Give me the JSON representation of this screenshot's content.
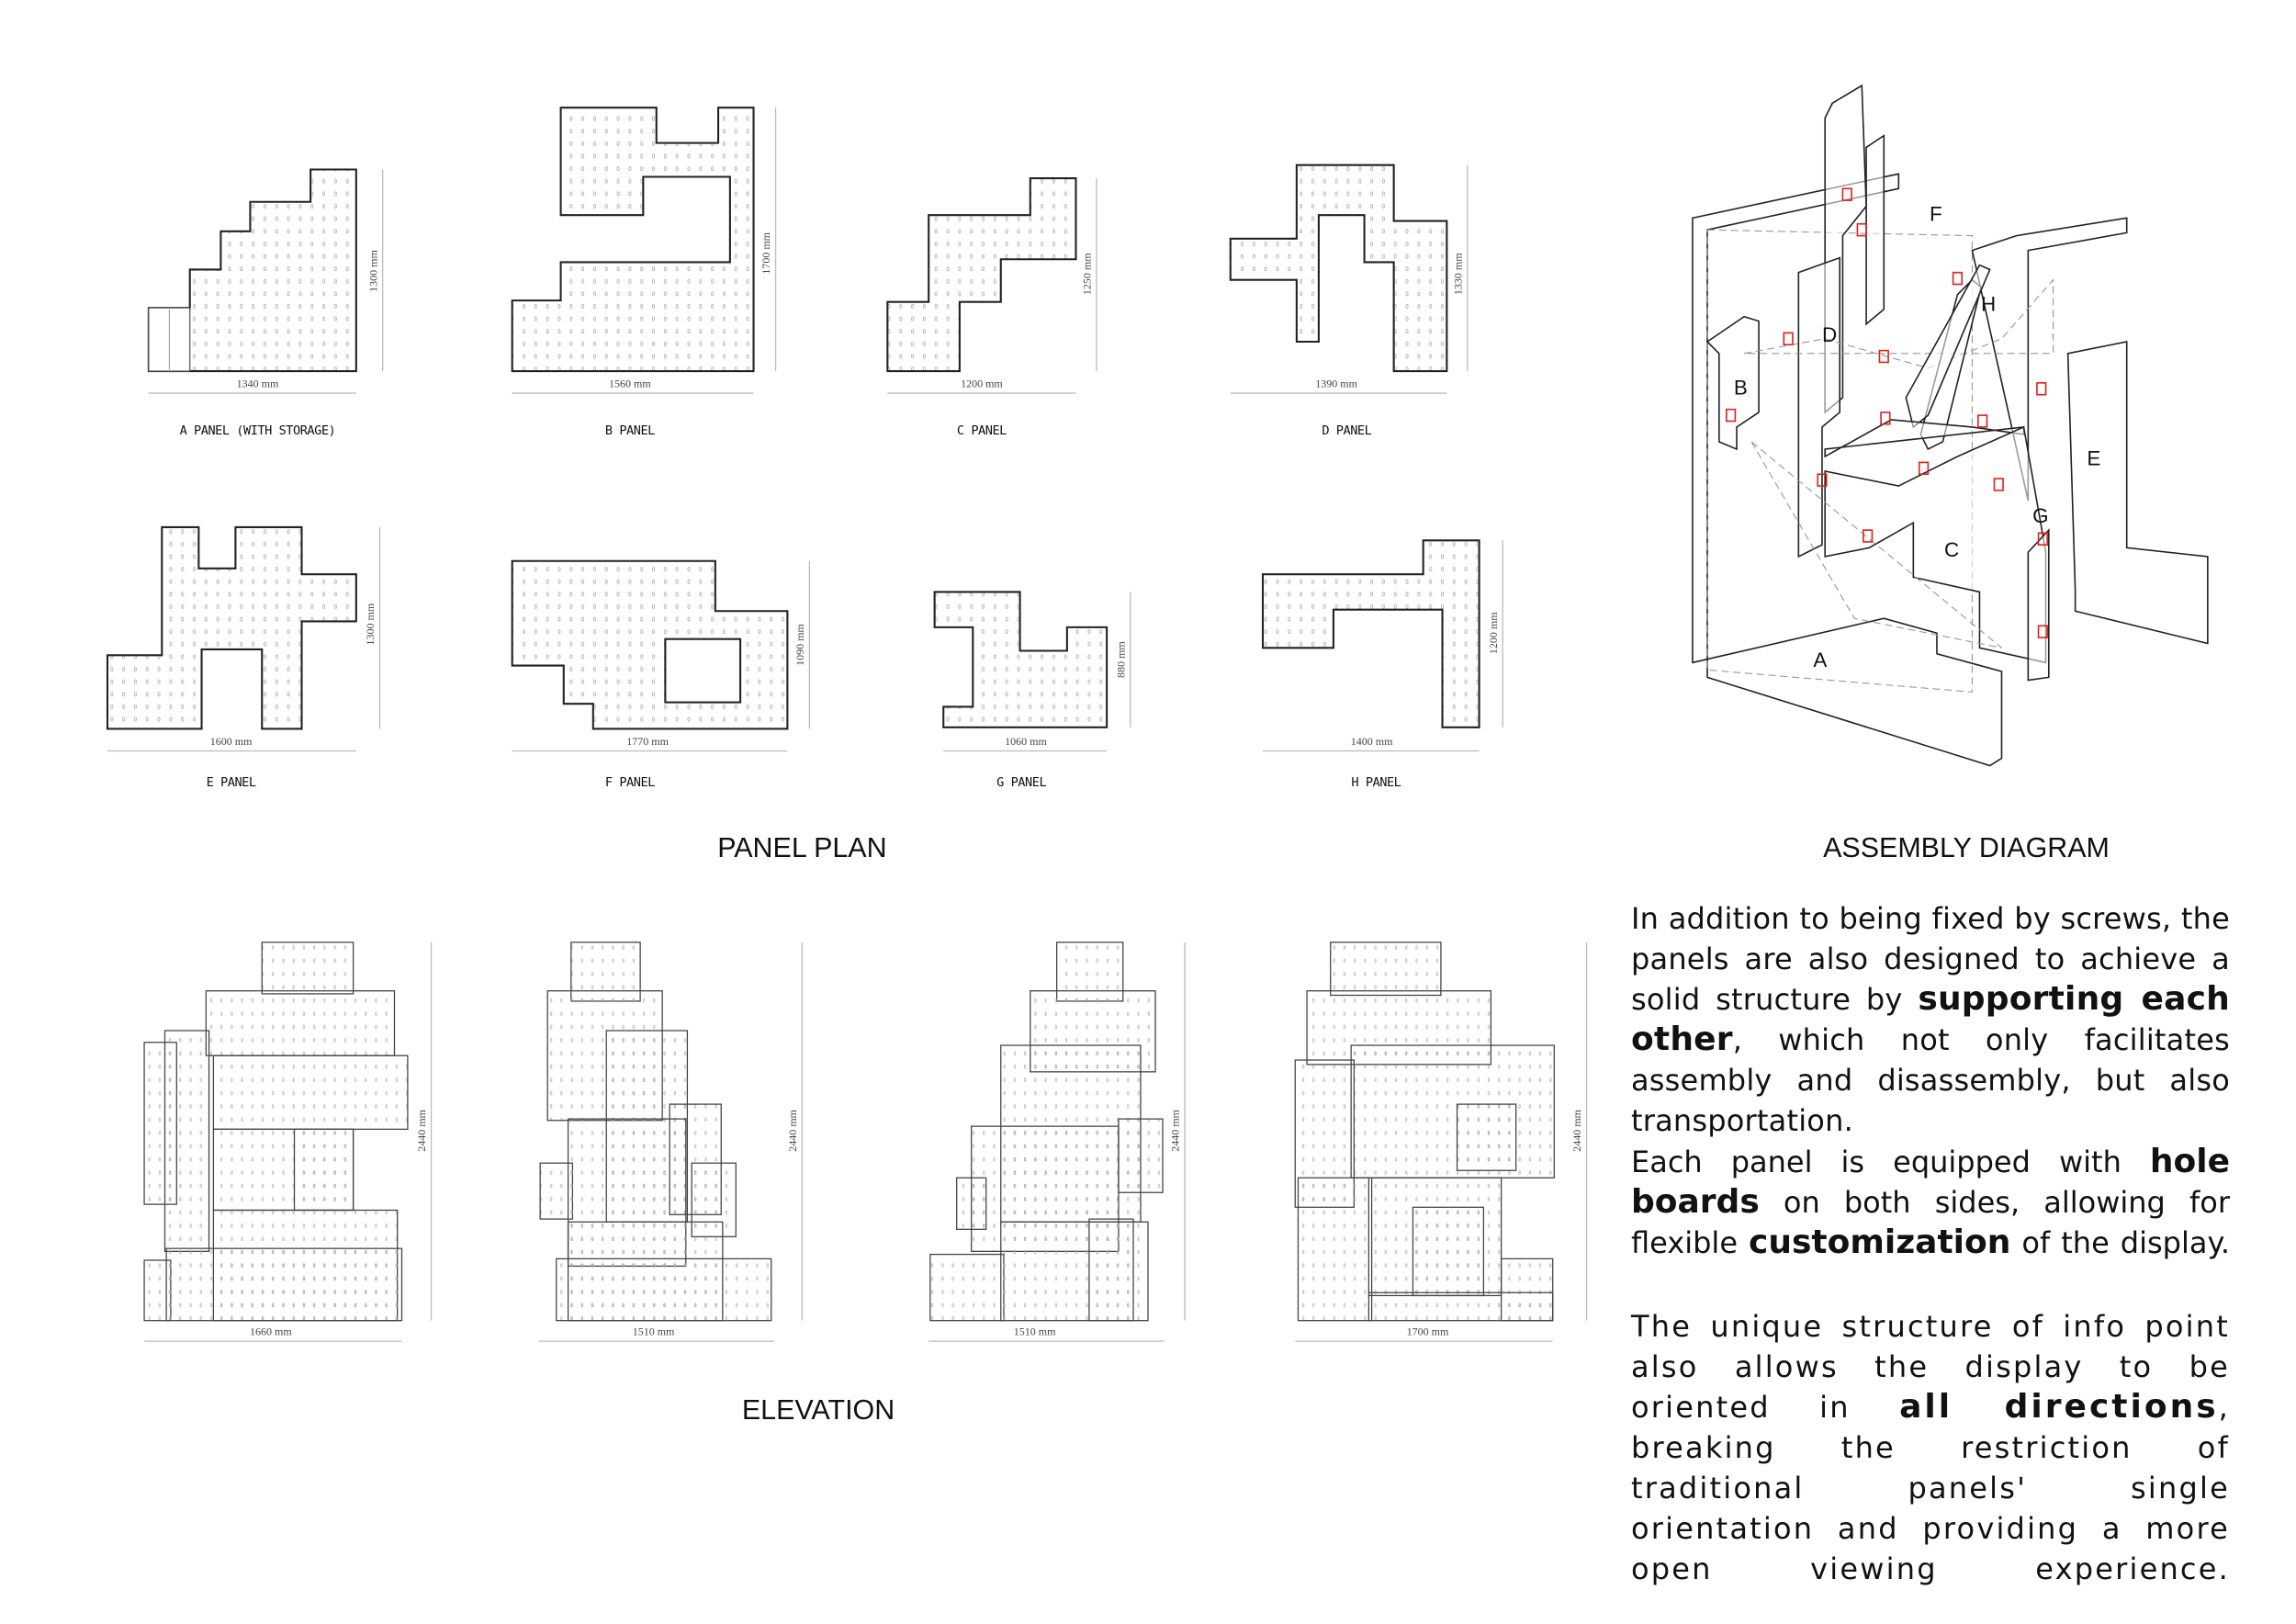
{
  "sections": {
    "panel_plan": "PANEL PLAN",
    "assembly_diagram": "ASSEMBLY DIAGRAM",
    "elevation": "ELEVATION"
  },
  "panels": [
    {
      "label": "A PANEL (WITH STORAGE)",
      "width": "1340 mm",
      "height": "1300 mm"
    },
    {
      "label": "B PANEL",
      "width": "1560 mm",
      "height": "1700 mm"
    },
    {
      "label": "C PANEL",
      "width": "1200 mm",
      "height": "1250 mm"
    },
    {
      "label": "D PANEL",
      "width": "1390 mm",
      "height": "1330 mm"
    },
    {
      "label": "E PANEL",
      "width": "1600 mm",
      "height": "1300 mm"
    },
    {
      "label": "F PANEL",
      "width": "1770 mm",
      "height": "1090 mm"
    },
    {
      "label": "G PANEL",
      "width": "1060 mm",
      "height": "880 mm"
    },
    {
      "label": "H PANEL",
      "width": "1400 mm",
      "height": "1200 mm"
    }
  ],
  "elevations": [
    {
      "width": "1660 mm",
      "height": "2440 mm"
    },
    {
      "width": "1510 mm",
      "height": "2440 mm"
    },
    {
      "width": "1510 mm",
      "height": "2440 mm"
    },
    {
      "width": "1700 mm",
      "height": "2440 mm"
    }
  ],
  "assembly_labels": [
    "A",
    "B",
    "C",
    "D",
    "E",
    "F",
    "G",
    "H"
  ],
  "description": {
    "p1": [
      "In addition to being fixed by screws, the panels are also designed to achieve a solid structure by ",
      "supporting each other",
      ", which not only facilitates assembly and disassembly, but also transportation."
    ],
    "p2": [
      "Each panel is equipped with ",
      "hole boards",
      " on both sides, allowing for flexible ",
      "customization",
      " of the display."
    ],
    "p3": [
      "The unique structure of info point also allows the display to be oriented in ",
      "all directions",
      ", breaking the restriction of traditional panels' single orientation and providing a more open viewing experience."
    ]
  },
  "colors": {
    "connector": "#e0201c",
    "line": "#222222"
  }
}
